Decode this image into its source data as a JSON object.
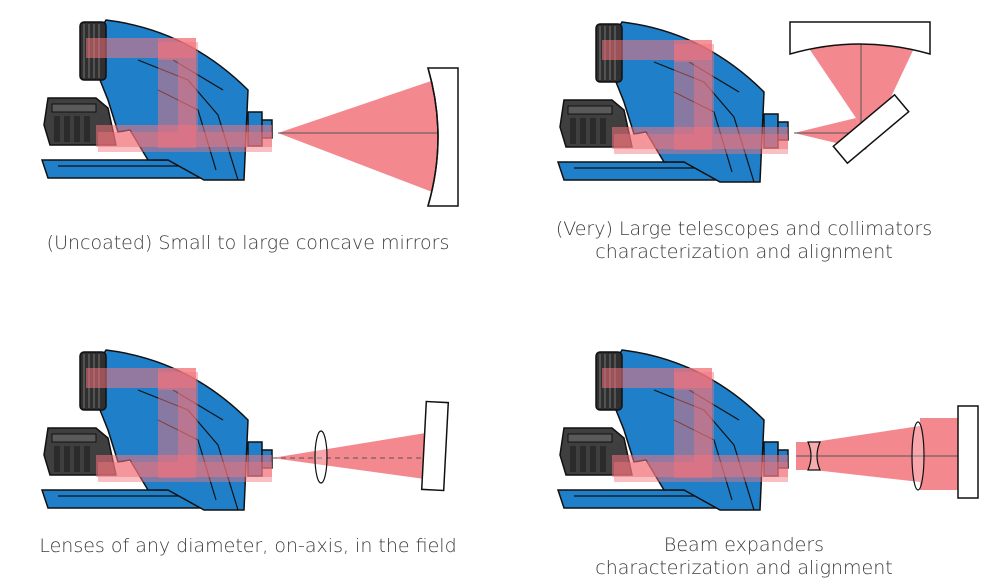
{
  "panels": [
    {
      "id": "concave-mirrors",
      "caption_lines": [
        "(Uncoated) Small to large concave mirrors"
      ]
    },
    {
      "id": "telescopes",
      "caption_lines": [
        "(Very) Large telescopes and collimators",
        "characterization and alignment"
      ]
    },
    {
      "id": "lenses",
      "caption_lines": [
        "Lenses of any diameter, on-axis, in the field"
      ]
    },
    {
      "id": "beam-expanders",
      "caption_lines": [
        "Beam expanders",
        "characterization and alignment"
      ]
    }
  ],
  "colors": {
    "instrument_blue": "#1f7fc9",
    "instrument_dark": "#4a4a4a",
    "beam": "#f2737b",
    "outline": "#111111"
  }
}
